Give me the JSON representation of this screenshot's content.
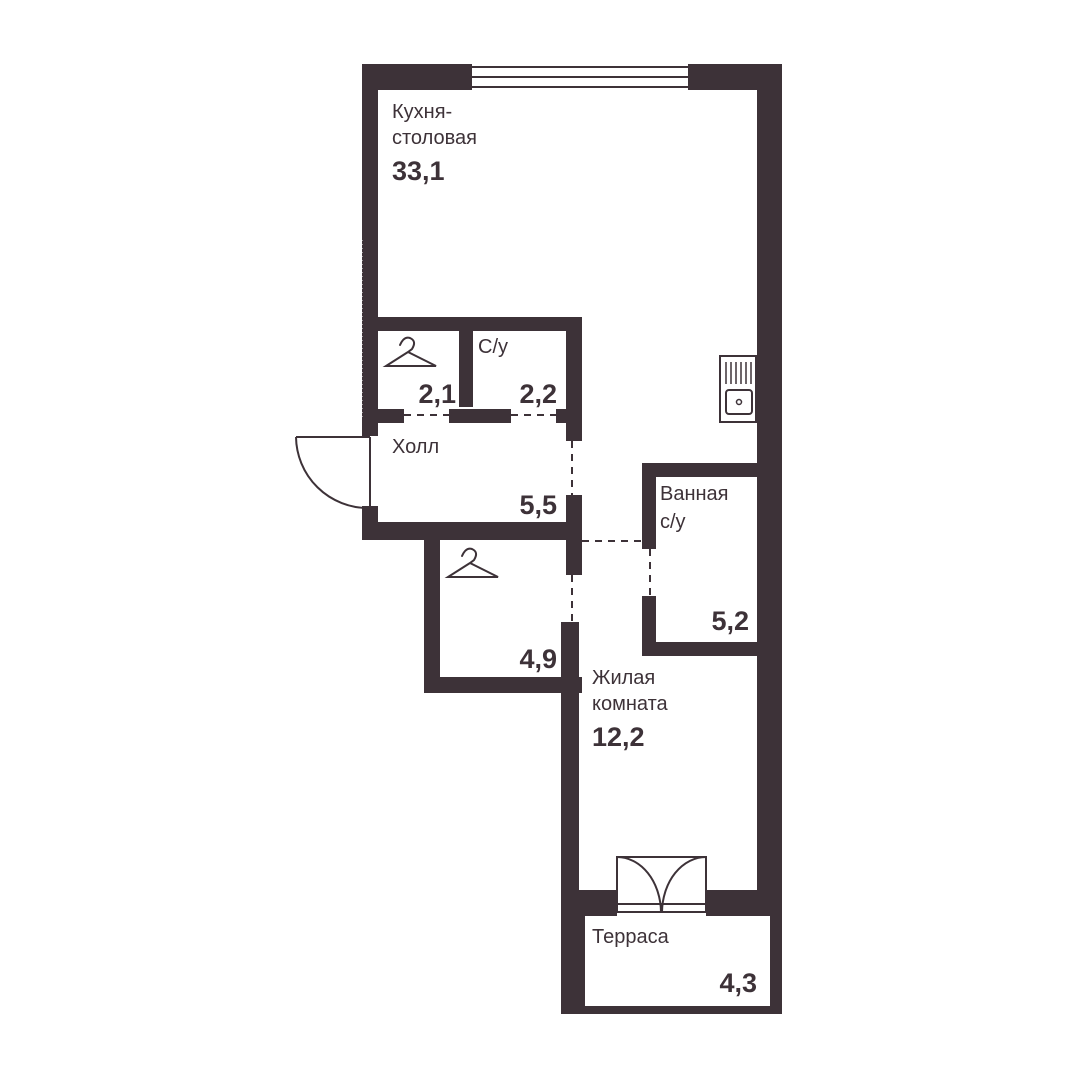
{
  "colors": {
    "wall": "#3d3238",
    "background": "#ffffff"
  },
  "rooms": {
    "kitchen": {
      "name_line1": "Кухня-",
      "name_line2": "столовая",
      "area": "33,1"
    },
    "wardrobe_top": {
      "icon": "hanger-icon",
      "area": "2,1"
    },
    "wc": {
      "name": "С/у",
      "area": "2,2"
    },
    "hall": {
      "name": "Холл",
      "area": "5,5"
    },
    "bathroom": {
      "name_line1": "Ванная",
      "name_line2": "с/у",
      "area": "5,2"
    },
    "wardrobe_bottom": {
      "icon": "hanger-icon",
      "area": "4,9"
    },
    "living": {
      "name_line1": "Жилая",
      "name_line2": "комната",
      "area": "12,2"
    },
    "terrace": {
      "name": "Терраса",
      "area": "4,3"
    }
  },
  "fixtures": [
    "window-icon",
    "sink-icon",
    "entrance-door-icon",
    "balcony-door-icon"
  ]
}
